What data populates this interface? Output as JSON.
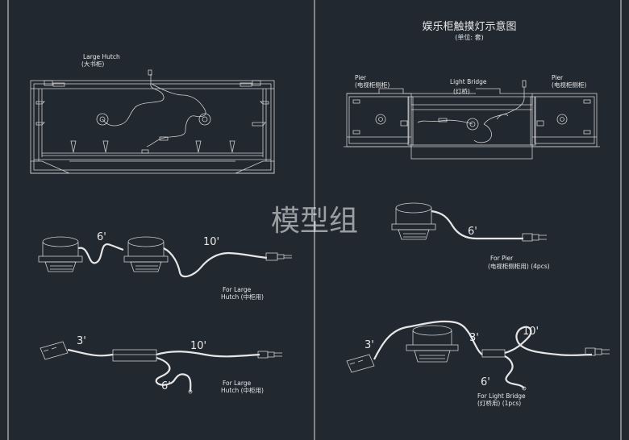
{
  "left_panel": {
    "cabinet_label": "Large Hutch",
    "cabinet_label_cn": "(大书柜)",
    "kit1": {
      "len_a": "6'",
      "len_b": "10'",
      "caption_1": "For Large",
      "caption_2": "Hutch (中柜用)"
    },
    "kit2": {
      "len_a": "3'",
      "len_b": "10'",
      "len_c": "6'",
      "caption_1": "For Large",
      "caption_2": "Hutch  (中柜用)"
    }
  },
  "right_panel": {
    "title": "娱乐柜触摸灯示意图",
    "subtitle": "(单位: 套)",
    "pier_left": "Pier",
    "pier_left_cn": "(电视柜侧柜)",
    "bridge": "Light Bridge",
    "bridge_cn": "(灯桥)",
    "pier_right": "Pier",
    "pier_right_cn": "(电视柜侧柜)",
    "kit3": {
      "len_a": "6'",
      "caption_1": "For Pier",
      "caption_2": "(电视柜侧柜用) (4pcs)"
    },
    "kit4": {
      "len_a": "3'",
      "len_b": "3'",
      "len_c": "10'",
      "len_d": "6'",
      "caption_1": "For Light Bridge",
      "caption_2": "(灯桥用) (1pcs)"
    }
  },
  "watermark": "模型组",
  "colors": {
    "background": "#212830",
    "lines": "#e0e0e0",
    "frame": "#e8e8e8"
  }
}
